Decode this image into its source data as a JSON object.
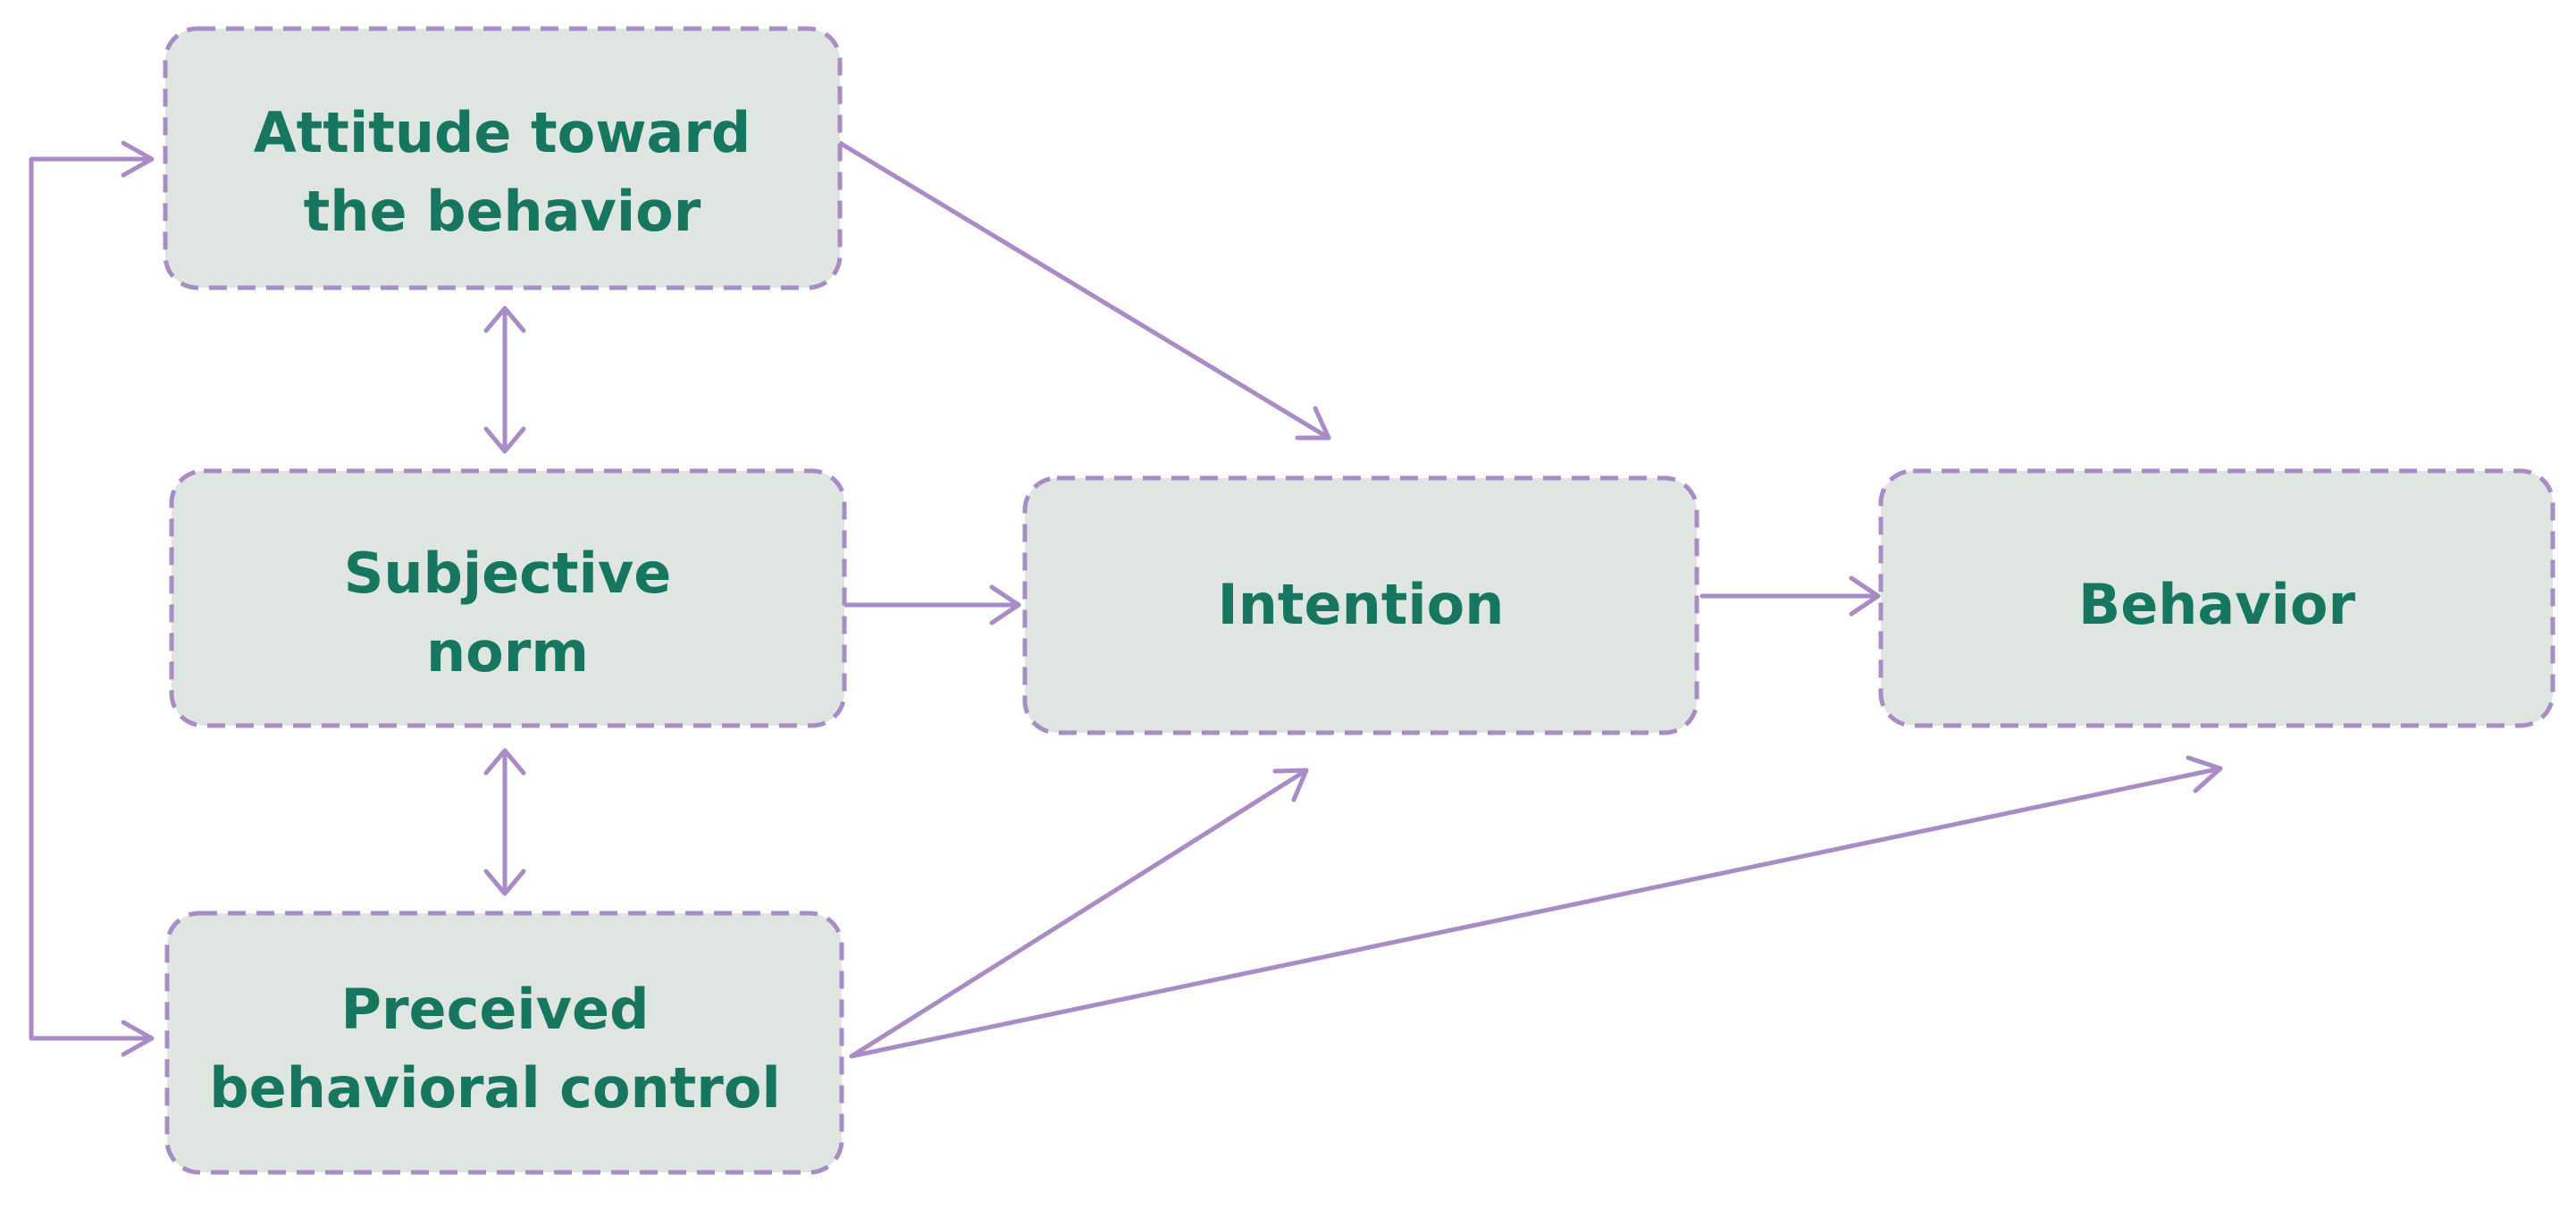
{
  "diagram": {
    "type": "flowchart",
    "nodes": {
      "attitude": {
        "line1": "Attitude toward",
        "line2": "the behavior"
      },
      "subjective_norm": {
        "line1": "Subjective",
        "line2": "norm"
      },
      "perceived_control": {
        "line1": "Preceived",
        "line2": "behavioral control"
      },
      "intention": {
        "label": "Intention"
      },
      "behavior": {
        "label": "Behavior"
      }
    },
    "edges": [
      {
        "from": "attitude",
        "to": "intention",
        "direction": "forward"
      },
      {
        "from": "subjective_norm",
        "to": "intention",
        "direction": "forward"
      },
      {
        "from": "perceived_control",
        "to": "intention",
        "direction": "forward"
      },
      {
        "from": "perceived_control",
        "to": "behavior",
        "direction": "forward"
      },
      {
        "from": "intention",
        "to": "behavior",
        "direction": "forward"
      },
      {
        "from": "attitude",
        "to": "subjective_norm",
        "direction": "both"
      },
      {
        "from": "subjective_norm",
        "to": "perceived_control",
        "direction": "both"
      },
      {
        "from": "attitude",
        "to": "perceived_control",
        "direction": "both"
      }
    ],
    "colors": {
      "box_fill": "#dfe6e2",
      "box_border": "#a98bc5",
      "text": "#17765f",
      "arrow": "#a98bc5"
    }
  }
}
